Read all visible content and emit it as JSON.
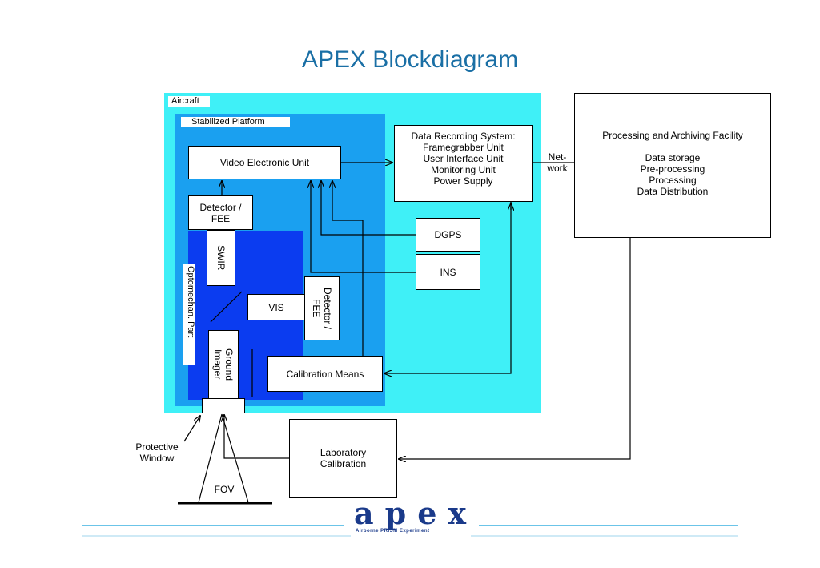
{
  "title": "APEX Blockdiagram",
  "regions": {
    "aircraft": "Aircraft",
    "stabilized_platform": "Stabilized Platform",
    "optomechanical_part": "Optomechan. Part"
  },
  "blocks": {
    "video_electronic_unit": "Video Electronic Unit",
    "detector_fee_top": "Detector /\nFEE",
    "swir": "SWIR",
    "vis": "VIS",
    "detector_fee_side": "Detector /\nFEE",
    "ground_imager": "Ground\nImager",
    "calibration_means": "Calibration Means",
    "data_recording_system": "Data Recording System:\nFramegrabber Unit\nUser Interface Unit\nMonitoring Unit\nPower Supply",
    "dgps": "DGPS",
    "ins": "INS",
    "processing_facility": "Processing and Archiving Facility\n\nData storage\nPre-processing\nProcessing\nData Distribution",
    "laboratory_calibration": "Laboratory\nCalibration"
  },
  "labels": {
    "network": "Net-\nwork",
    "protective_window": "Protective\nWindow",
    "fov": "FOV"
  },
  "logo": {
    "letters": "apex",
    "tagline": "Airborne PRISM Experiment",
    "color": "#1a3a8a"
  },
  "colors": {
    "title": "#1a6fa5",
    "aircraft": "#3ff0f7",
    "platform": "#1aa0f0",
    "opto": "#0b3cf0",
    "footer_line": "#3ab0e0"
  }
}
